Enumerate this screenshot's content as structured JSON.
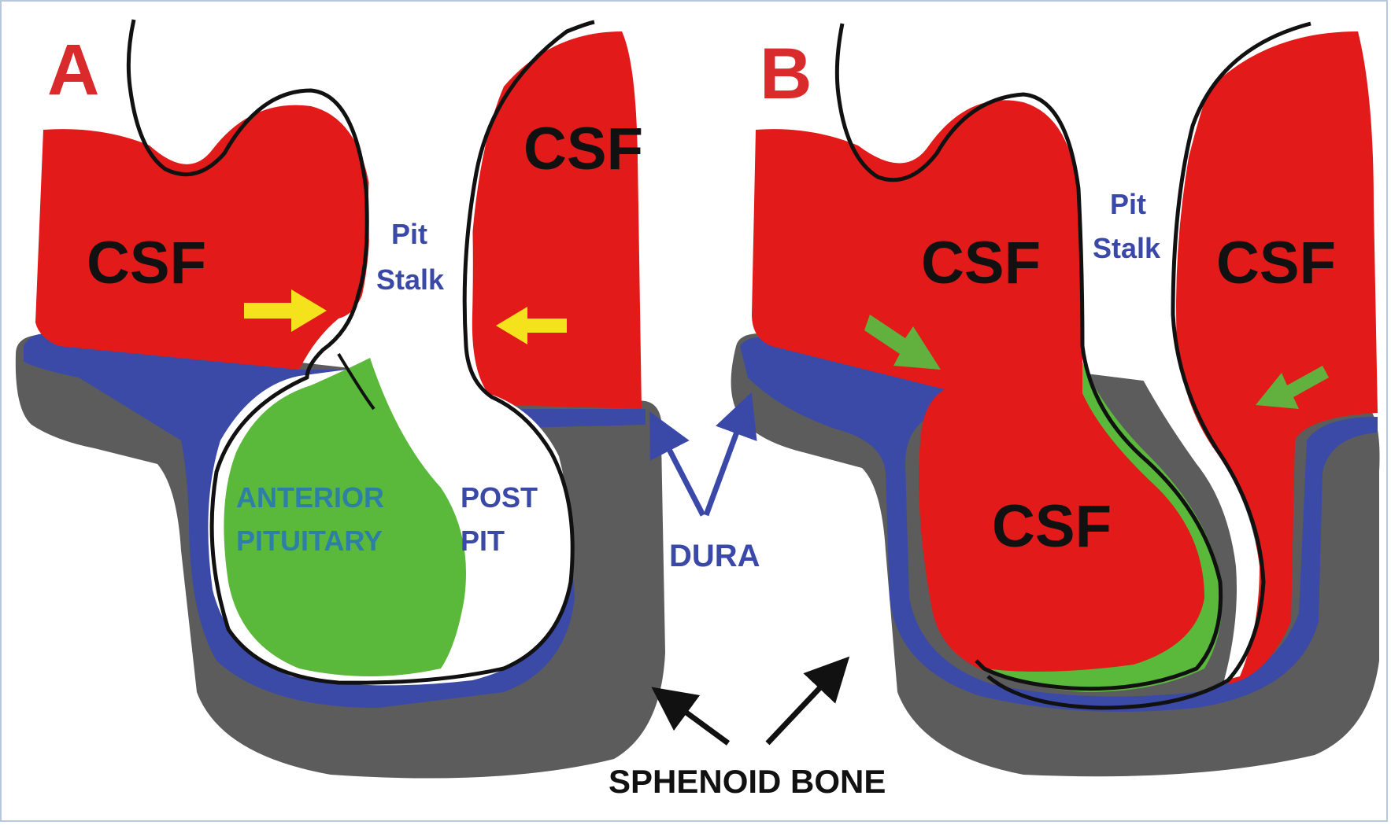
{
  "colors": {
    "csf": "#e21a1a",
    "bone": "#5c5c5c",
    "dura": "#3b4aa6",
    "anterior": "#5ab83a",
    "outline": "#111111",
    "label_blue": "#3a48a8",
    "label_green": "#2e7fa8",
    "arrow_yellow": "#f4e21c",
    "arrow_green": "#62b13f",
    "letter": "#d92b2b"
  },
  "panel_a": {
    "letter": "A",
    "csf_left": "CSF",
    "csf_right": "CSF",
    "stalk_line1": "Pit",
    "stalk_line2": "Stalk",
    "anterior_line1": "ANTERIOR",
    "anterior_line2": "PITUITARY",
    "post_line1": "POST",
    "post_line2": "PIT"
  },
  "panel_b": {
    "letter": "B",
    "csf_left": "CSF",
    "csf_right": "CSF",
    "csf_center": "CSF",
    "stalk_line1": "Pit",
    "stalk_line2": "Stalk"
  },
  "labels": {
    "dura": "DURA",
    "sphenoid": "SPHENOID BONE"
  }
}
